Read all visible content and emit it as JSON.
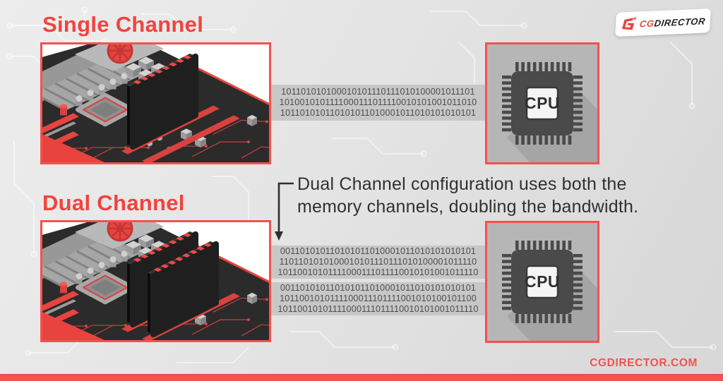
{
  "logo": {
    "mark": "G",
    "cg": "CG",
    "director": "DIRECTOR"
  },
  "cpu_label": "CPU",
  "sections": {
    "single": {
      "title": "Single Channel",
      "stream": [
        "101101010100010101110111010100001011101",
        "1010010101111000111011110010101001011010",
        "101101010110101011010001011010101010101"
      ]
    },
    "dual": {
      "title": "Dual Channel",
      "stream_top": [
        "001101010110101011010001011010101010101",
        "1101101010100010101110111010100001011110",
        "10110010101111000111011110010101001011110"
      ],
      "stream_bottom": [
        "001101010110101011010001011010101010101",
        "1011001010111100011101111001010100101100",
        "10110010101111000111011110010101001011110"
      ]
    }
  },
  "annotation": {
    "line1": "Dual Channel configuration uses both the",
    "line2": "memory channels, doubling the bandwidth."
  },
  "footer": {
    "website": "CGDIRECTOR.COM"
  },
  "colors": {
    "accent_red": "#f2524e",
    "title_red": "#ef4440",
    "band_gray": "#c7c7c7",
    "binary_gray": "#4d4d4d",
    "cpu_box_gray": "#b6b6b6",
    "chip_gray": "#4a4a4a",
    "pcb_dark": "#2b2b2b"
  }
}
